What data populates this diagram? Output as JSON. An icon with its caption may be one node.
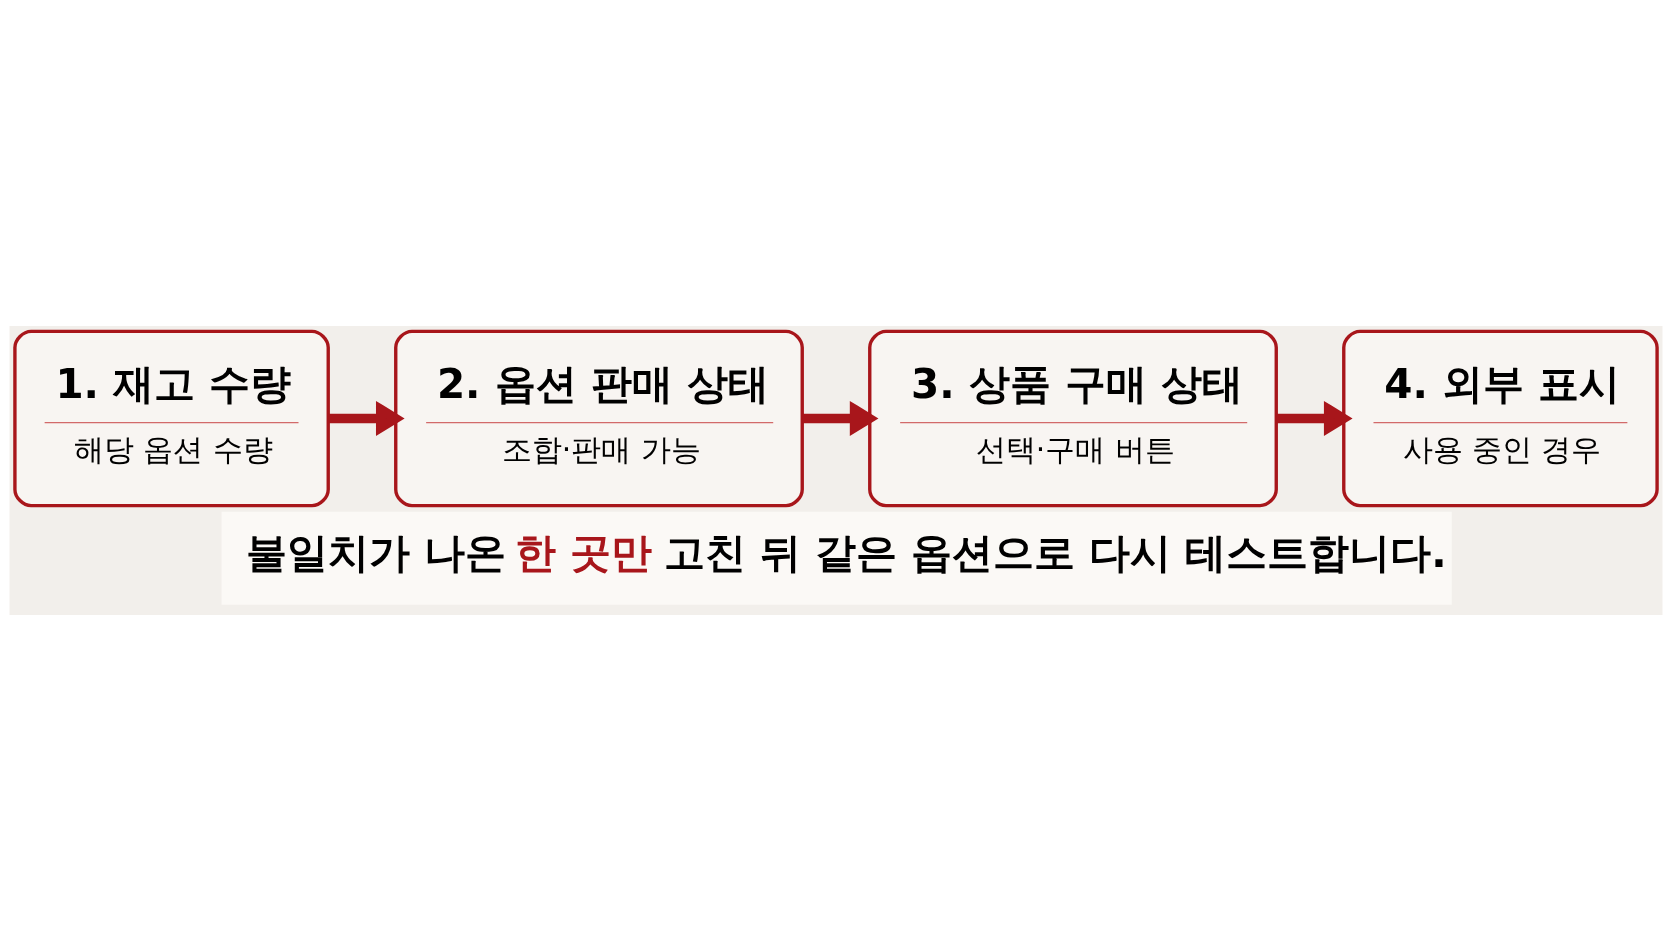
{
  "diagram": {
    "nodes": [
      {
        "text": [
          "1. 재고 수량",
          "해당 옵션 수량"
        ]
      },
      {
        "text": [
          "2. 옵션 판매 상태",
          "조합·판매 가능"
        ]
      },
      {
        "text": [
          "3. 상품 구매 상태",
          "선택·구매 버튼"
        ]
      },
      {
        "text": [
          "4. 외부 표시",
          "사용 중인 경우"
        ]
      }
    ],
    "edges": [
      {
        "from": 0,
        "to": 1,
        "arrow": "to"
      },
      {
        "from": 1,
        "to": 2,
        "arrow": "to"
      },
      {
        "from": 2,
        "to": 3,
        "arrow": "to"
      }
    ],
    "caption": "불일치가 나온 **한 곳만** 고친 뒤 같은 옵션으로 다시 테스트합니다."
  }
}
